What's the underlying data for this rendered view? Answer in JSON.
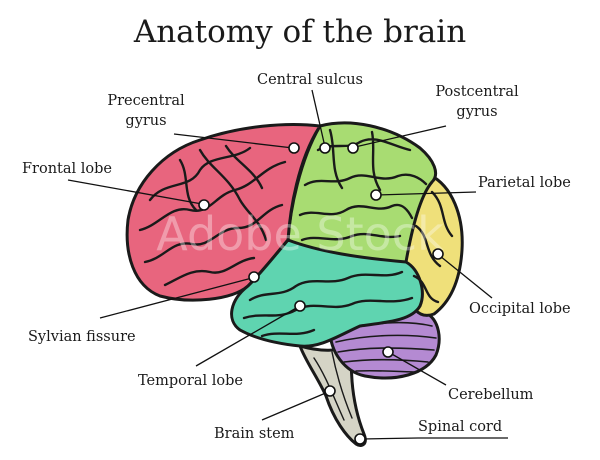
{
  "title": "Anatomy of the brain",
  "colors": {
    "frontal": "#e8657e",
    "parietal": "#a8dc72",
    "temporal": "#5fd4b0",
    "occipital": "#efe07a",
    "cerebellum": "#b48ad2",
    "stem": "#d5d4c6",
    "outline": "#1a1a1a"
  },
  "labels": {
    "central_sulcus": "Central sulcus",
    "precentral_line1": "Precentral",
    "precentral_line2": "gyrus",
    "postcentral_line1": "Postcentral",
    "postcentral_line2": "gyrus",
    "frontal_lobe": "Frontal lobe",
    "parietal_lobe": "Parietal lobe",
    "occipital_lobe": "Occipital lobe",
    "sylvian_fissure": "Sylvian fissure",
    "temporal_lobe": "Temporal lobe",
    "cerebellum": "Cerebellum",
    "brain_stem": "Brain stem",
    "spinal_cord": "Spinal cord"
  },
  "watermark": "Adobe Stock"
}
